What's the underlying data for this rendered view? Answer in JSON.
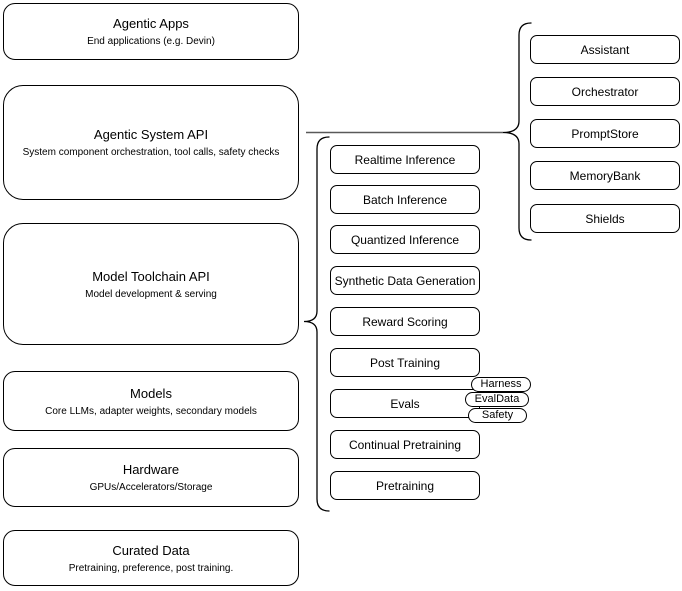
{
  "left_stack": [
    {
      "title": "Agentic Apps",
      "subtitle": "End applications (e.g. Devin)"
    },
    {
      "title": "Agentic System API",
      "subtitle": "System component orchestration, tool calls, safety checks"
    },
    {
      "title": "Model Toolchain API",
      "subtitle": "Model development & serving"
    },
    {
      "title": "Models",
      "subtitle": "Core LLMs, adapter weights, secondary models"
    },
    {
      "title": "Hardware",
      "subtitle": "GPUs/Accelerators/Storage"
    },
    {
      "title": "Curated Data",
      "subtitle": "Pretraining, preference, post training."
    }
  ],
  "toolchain_group": [
    "Realtime Inference",
    "Batch Inference",
    "Quantized Inference",
    "Synthetic Data Generation",
    "Reward Scoring",
    "Post Training",
    "Evals",
    "Continual Pretraining",
    "Pretraining"
  ],
  "evals_tags": [
    "Harness",
    "EvalData",
    "Safety"
  ],
  "system_group": [
    "Assistant",
    "Orchestrator",
    "PromptStore",
    "MemoryBank",
    "Shields"
  ],
  "colors": {
    "node_border": "#000000",
    "node_fill": "#ffffff",
    "connector": "#595959"
  }
}
